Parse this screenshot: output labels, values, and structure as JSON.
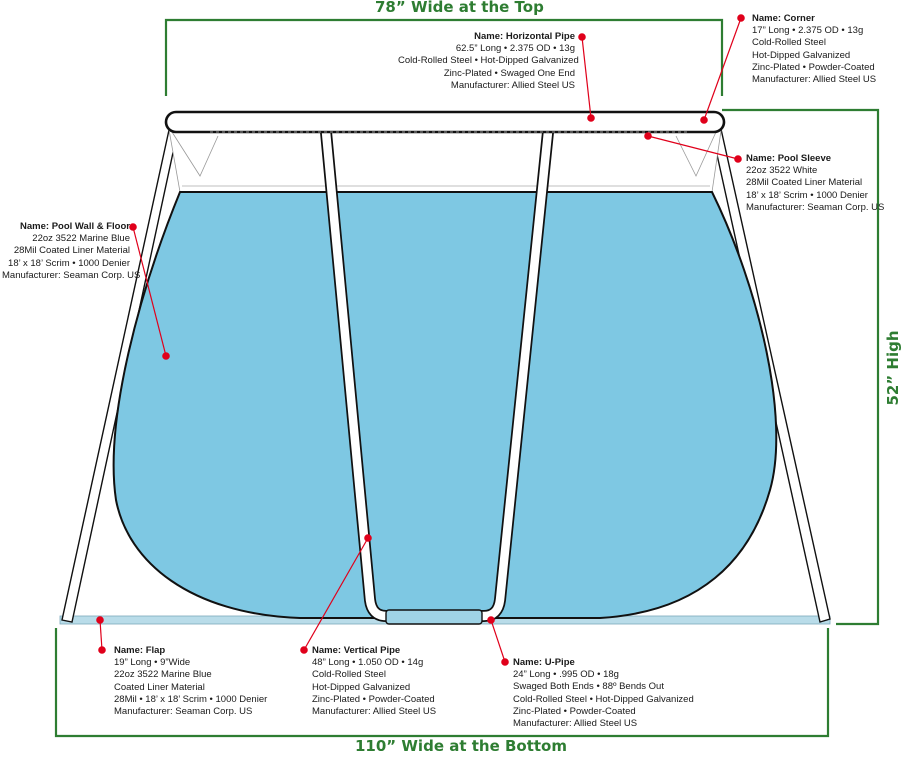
{
  "dimensions": {
    "top": "78” Wide at the Top",
    "bottom": "110” Wide at the Bottom",
    "height": "52” High"
  },
  "name_prefix": "Name:",
  "callouts": {
    "horizontal_pipe": {
      "name": "Horizontal Pipe",
      "lines": [
        "62.5” Long • 2.375 OD • 13g",
        "Cold-Rolled Steel • Hot-Dipped Galvanized",
        "Zinc-Plated • Swaged One End",
        "Manufacturer: Allied Steel US"
      ]
    },
    "corner": {
      "name": "Corner",
      "lines": [
        "17” Long • 2.375 OD • 13g",
        "Cold-Rolled Steel",
        "Hot-Dipped Galvanized",
        "Zinc-Plated • Powder-Coated",
        "Manufacturer: Allied Steel US"
      ]
    },
    "pool_sleeve": {
      "name": "Pool Sleeve",
      "lines": [
        "22oz 3522 White",
        "28Mil Coated Liner Material",
        "18’ x 18’ Scrim • 1000 Denier",
        "Manufacturer: Seaman Corp. US"
      ]
    },
    "pool_wall": {
      "name": "Pool Wall & Floor",
      "lines": [
        "22oz 3522 Marine Blue",
        "28Mil  Coated Liner Material",
        "18’ x 18’ Scrim • 1000 Denier",
        "Manufacturer: Seaman Corp. US"
      ]
    },
    "flap": {
      "name": "Flap",
      "lines": [
        "19” Long • 9”Wide",
        "22oz 3522 Marine Blue",
        "Coated Liner Material",
        "28Mil  •  18’ x 18’ Scrim • 1000 Denier",
        "Manufacturer: Seaman Corp. US"
      ]
    },
    "vertical_pipe": {
      "name": "Vertical Pipe",
      "lines": [
        "48” Long • 1.050 OD • 14g",
        "Cold-Rolled Steel",
        "Hot-Dipped Galvanized",
        "Zinc-Plated • Powder-Coated",
        "Manufacturer: Allied Steel US"
      ]
    },
    "u_pipe": {
      "name": "U-Pipe",
      "lines": [
        "24” Long • .995 OD • 18g",
        "Swaged Both Ends • 88º Bends Out",
        "Cold-Rolled Steel  • Hot-Dipped Galvanized",
        "Zinc-Plated • Powder-Coated",
        "Manufacturer: Allied Steel US"
      ]
    }
  },
  "colors": {
    "water": "#7ec8e3",
    "dimension": "#2e7d32",
    "pointer": "#e0001b",
    "outline": "#111111"
  }
}
